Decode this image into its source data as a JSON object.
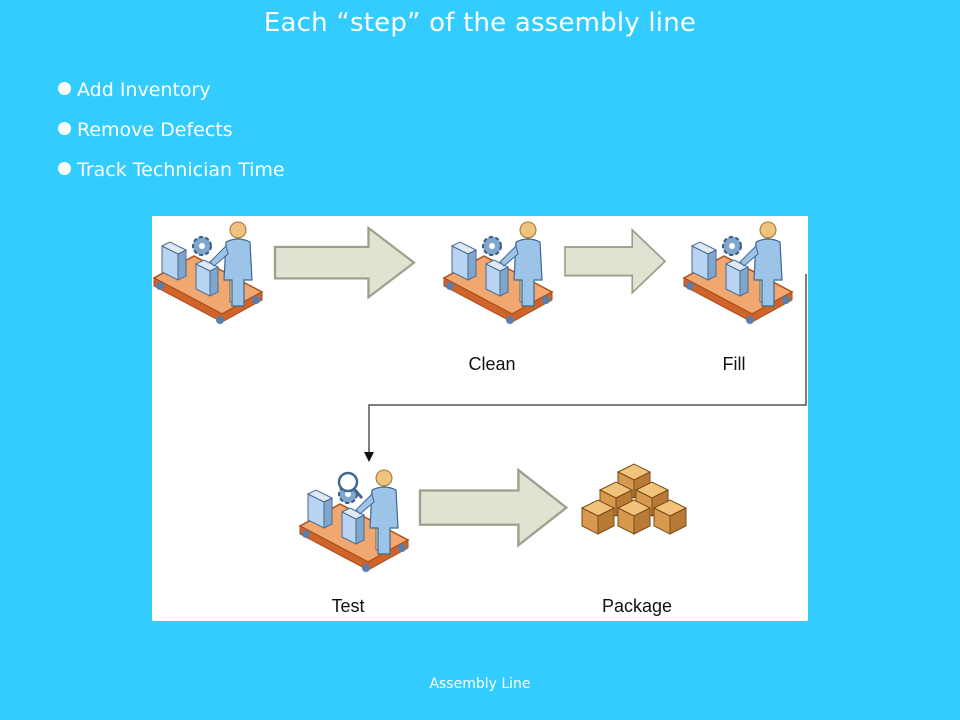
{
  "slide": {
    "title": "Each “step” of the assembly line",
    "bullets": [
      {
        "label": "Add Inventory",
        "icon": "bullet-dot-icon"
      },
      {
        "label": "Remove Defects",
        "icon": "bullet-dot-icon"
      },
      {
        "label": "Track Technician Time",
        "icon": "bullet-dot-icon"
      }
    ],
    "footer": "Assembly Line"
  },
  "diagram": {
    "stations": [
      {
        "label": "",
        "icon": "assembly-worker-icon"
      },
      {
        "label": "Clean",
        "icon": "assembly-worker-icon"
      },
      {
        "label": "Fill",
        "icon": "assembly-worker-icon"
      },
      {
        "label": "Test",
        "icon": "inspection-worker-icon"
      },
      {
        "label": "Package",
        "icon": "boxes-stack-icon"
      }
    ],
    "colors": {
      "background": "#33ccff",
      "arrow_fill": "#dfe3d2",
      "arrow_stroke": "#9aa08a",
      "conveyor": "#e07a3c",
      "worker": "#8fb8e0",
      "box": "#d9a15c"
    }
  }
}
